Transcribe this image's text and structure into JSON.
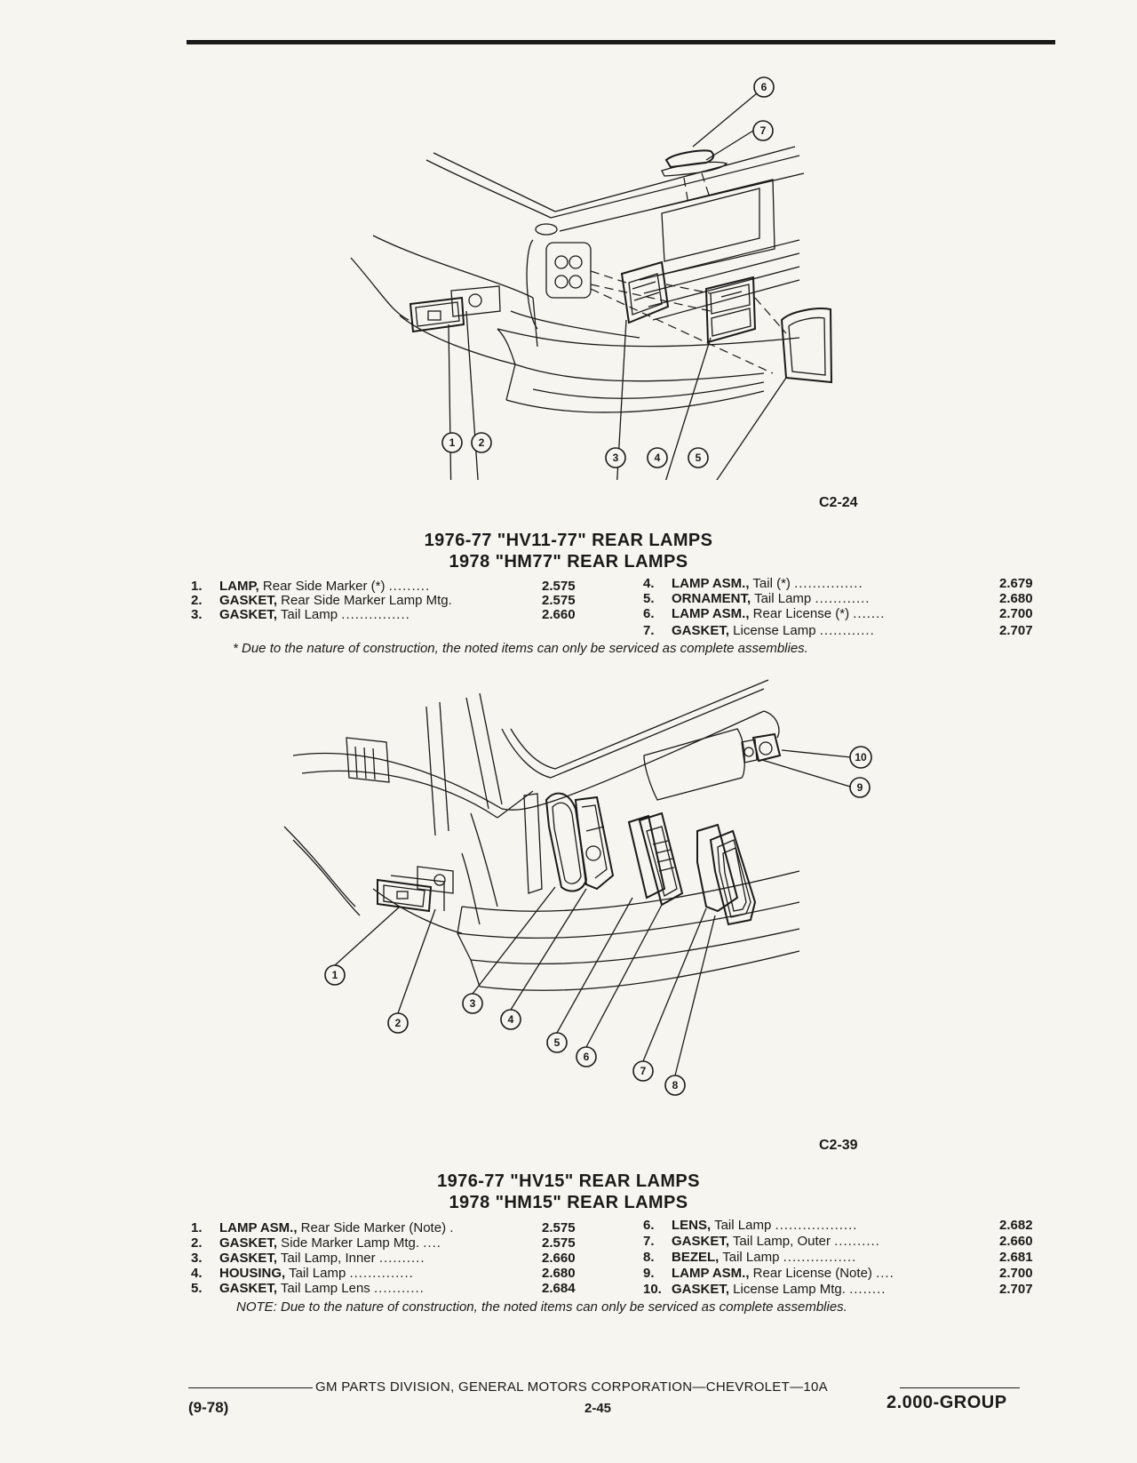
{
  "figure1": {
    "code": "C2-24",
    "callouts": [
      "6",
      "7",
      "1",
      "2",
      "3",
      "4",
      "5"
    ]
  },
  "section1": {
    "title_line1": "1976-77 \"HV11-77\" REAR LAMPS",
    "title_line2": "1978 \"HM77\" REAR LAMPS",
    "left_parts": [
      {
        "num": "1.",
        "name": "LAMP,",
        "desc": " Rear Side Marker (*) ",
        "dots": ".........",
        "code": "2.575"
      },
      {
        "num": "2.",
        "name": "GASKET,",
        "desc": " Rear Side Marker Lamp Mtg.",
        "dots": "",
        "code": "2.575"
      },
      {
        "num": "3.",
        "name": "GASKET,",
        "desc": " Tail Lamp ",
        "dots": "...............",
        "code": "2.660"
      }
    ],
    "right_parts": [
      {
        "num": "4.",
        "name": "LAMP ASM.,",
        "desc": " Tail (*) ",
        "dots": "...............",
        "code": "2.679"
      },
      {
        "num": "5.",
        "name": "ORNAMENT,",
        "desc": " Tail Lamp ",
        "dots": "............",
        "code": "2.680"
      },
      {
        "num": "6.",
        "name": "LAMP ASM.,",
        "desc": " Rear License (*) ",
        "dots": ".......",
        "code": "2.700"
      },
      {
        "num": "7.",
        "name": "GASKET,",
        "desc": " License Lamp ",
        "dots": "............",
        "code": "2.707"
      }
    ],
    "note": "* Due to the nature of construction, the noted items can only be serviced as complete assemblies."
  },
  "figure2": {
    "code": "C2-39",
    "callouts": [
      "10",
      "9",
      "1",
      "2",
      "3",
      "4",
      "5",
      "6",
      "7",
      "8"
    ]
  },
  "section2": {
    "title_line1": "1976-77 \"HV15\" REAR LAMPS",
    "title_line2": "1978 \"HM15\" REAR LAMPS",
    "left_parts": [
      {
        "num": "1.",
        "name": "LAMP ASM.,",
        "desc": " Rear Side Marker (Note) .",
        "dots": "",
        "code": "2.575"
      },
      {
        "num": "2.",
        "name": "GASKET,",
        "desc": " Side Marker Lamp Mtg. ",
        "dots": "....",
        "code": "2.575"
      },
      {
        "num": "3.",
        "name": "GASKET,",
        "desc": " Tail Lamp, Inner ",
        "dots": "..........",
        "code": "2.660"
      },
      {
        "num": "4.",
        "name": "HOUSING,",
        "desc": " Tail Lamp ",
        "dots": "..............",
        "code": "2.680"
      },
      {
        "num": "5.",
        "name": "GASKET,",
        "desc": " Tail Lamp Lens ",
        "dots": "...........",
        "code": "2.684"
      }
    ],
    "right_parts": [
      {
        "num": "6.",
        "name": "LENS,",
        "desc": " Tail Lamp ",
        "dots": "..................",
        "code": "2.682"
      },
      {
        "num": "7.",
        "name": "GASKET,",
        "desc": " Tail Lamp, Outer ",
        "dots": "..........",
        "code": "2.660"
      },
      {
        "num": "8.",
        "name": "BEZEL,",
        "desc": " Tail Lamp ",
        "dots": "................",
        "code": "2.681"
      },
      {
        "num": "9.",
        "name": "LAMP ASM.,",
        "desc": " Rear License (Note) ",
        "dots": "....",
        "code": "2.700"
      },
      {
        "num": "10.",
        "name": "GASKET,",
        "desc": " License Lamp Mtg. ",
        "dots": "........",
        "code": "2.707"
      }
    ],
    "note": "NOTE: Due to the nature of construction, the noted items can only be serviced as complete assemblies."
  },
  "footer": {
    "publisher": "GM PARTS DIVISION, GENERAL MOTORS CORPORATION—CHEVROLET—10A",
    "date": "(9-78)",
    "page": "2-45",
    "group": "2.000-GROUP"
  }
}
